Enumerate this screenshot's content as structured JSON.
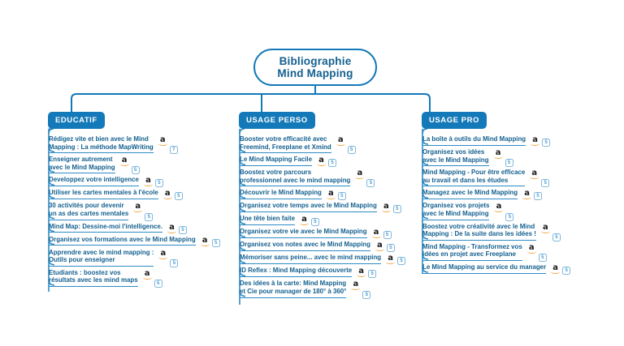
{
  "theme": {
    "accent": "#1479B8",
    "line": "#2E8BC4",
    "text": "#14608F",
    "badge_border": "#7FB8DC",
    "badge_text": "#4A9AD0",
    "amazon_swoosh": "#F2A33C",
    "background": "#FFFFFF"
  },
  "root": {
    "line1": "Bibliographie",
    "line2": "Mind Mapping"
  },
  "branches": [
    {
      "header": "EDUCATIF",
      "items": [
        {
          "lines": [
            "Rédigez vite et bien avec le Mind",
            "Mapping : La méthode MapWriting"
          ],
          "icon": "amazon-a-icon",
          "badge": "7"
        },
        {
          "lines": [
            "Enseigner autrement",
            "avec le Mind Mapping"
          ],
          "icon": "amazon-a-icon",
          "badge": "5"
        },
        {
          "lines": [
            "Developpez votre intelligence"
          ],
          "icon": "amazon-a-icon",
          "badge": "5"
        },
        {
          "lines": [
            "Utiliser les cartes mentales à l'école"
          ],
          "icon": "amazon-a-icon",
          "badge": "5"
        },
        {
          "lines": [
            "30 activités pour devenir",
            "un as des cartes mentales"
          ],
          "icon": "amazon-a-icon",
          "badge": "5"
        },
        {
          "lines": [
            "Mind Map: Dessine-moi l'intelligence."
          ],
          "icon": "amazon-a-icon",
          "badge": "5"
        },
        {
          "lines": [
            "Organisez vos formations avec le Mind Mapping"
          ],
          "icon": "amazon-a-icon",
          "badge": "5"
        },
        {
          "lines": [
            "Apprendre avec le mind mapping :",
            "Outils pour enseigner"
          ],
          "icon": "amazon-a-icon",
          "badge": "5"
        },
        {
          "lines": [
            "Etudiants : boostez vos",
            "résultats avec les mind maps"
          ],
          "icon": "amazon-a-icon",
          "badge": "5"
        }
      ]
    },
    {
      "header": "USAGE PERSO",
      "items": [
        {
          "lines": [
            "Booster votre efficacité avec",
            "Freemind, Freeplane et Xmind"
          ],
          "icon": "amazon-a-icon",
          "badge": "5"
        },
        {
          "lines": [
            "Le Mind Mapping Facile"
          ],
          "icon": "amazon-a-icon",
          "badge": "5"
        },
        {
          "lines": [
            "Boostez votre parcours",
            "professionnel avec le mind mapping"
          ],
          "icon": "amazon-a-icon",
          "badge": "5"
        },
        {
          "lines": [
            "Découvrir le Mind Mapping"
          ],
          "icon": "amazon-a-icon",
          "badge": "5"
        },
        {
          "lines": [
            "Organisez votre temps avec le Mind Mapping"
          ],
          "icon": "amazon-a-icon",
          "badge": "5"
        },
        {
          "lines": [
            "Une tête bien faite"
          ],
          "icon": "amazon-a-icon",
          "badge": "5"
        },
        {
          "lines": [
            "Organisez votre vie avec le Mind Mapping"
          ],
          "icon": "amazon-a-icon",
          "badge": "5"
        },
        {
          "lines": [
            "Organisez vos notes avec le Mind Mapping"
          ],
          "icon": "amazon-a-icon",
          "badge": "5"
        },
        {
          "lines": [
            "Mémoriser sans peine... avec le mind mapping"
          ],
          "icon": "amazon-a-icon",
          "badge": "5"
        },
        {
          "lines": [
            "ID Reflex : Mind Mapping découverte"
          ],
          "icon": "amazon-a-icon",
          "badge": "5"
        },
        {
          "lines": [
            "Des idées à la carte: Mind Mapping",
            "et Cie pour manager de 180° à 360°"
          ],
          "icon": "amazon-a-icon",
          "badge": "5"
        }
      ]
    },
    {
      "header": "USAGE PRO",
      "items": [
        {
          "lines": [
            "La boîte à outils du Mind Mapping"
          ],
          "icon": "amazon-a-icon",
          "badge": "5"
        },
        {
          "lines": [
            "Organisez vos idées",
            "avec le Mind Mapping"
          ],
          "icon": "amazon-a-icon",
          "badge": "5"
        },
        {
          "lines": [
            "Mind Mapping - Pour être efficace",
            "au travail et dans les études"
          ],
          "icon": "amazon-a-icon",
          "badge": "5"
        },
        {
          "lines": [
            "Managez avec le Mind Mapping"
          ],
          "icon": "amazon-a-icon",
          "badge": "5"
        },
        {
          "lines": [
            "Organisez vos projets",
            "avec le Mind Mapping"
          ],
          "icon": "amazon-a-icon",
          "badge": "5"
        },
        {
          "lines": [
            "Boostez votre créativité avec le Mind",
            "Mapping : De la suite dans les idées !"
          ],
          "icon": "amazon-a-icon",
          "badge": "5"
        },
        {
          "lines": [
            "Mind Mapping - Transformez vos",
            "idées en projet avec Freeplane"
          ],
          "icon": "amazon-a-icon",
          "badge": "5"
        },
        {
          "lines": [
            "Le Mind Mapping au service du manager"
          ],
          "icon": "amazon-a-icon",
          "badge": "5"
        }
      ]
    }
  ]
}
